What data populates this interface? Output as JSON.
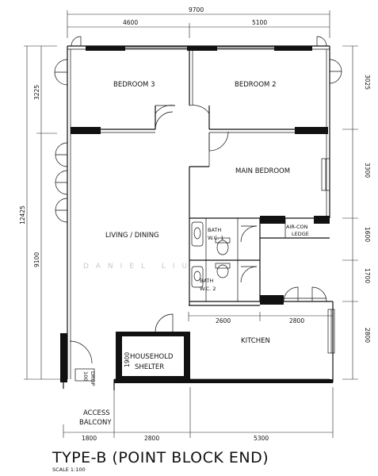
{
  "rooms": {
    "bedroom3": "BEDROOM 3",
    "bedroom2": "BEDROOM 2",
    "main_bedroom": "MAIN BEDROOM",
    "living_dining": "LIVING / DINING",
    "bath1_a": "BATH",
    "bath1_b": "W.C. 1",
    "bath2_a": "BATH",
    "bath2_b": "W.C. 2",
    "aircon_a": "AIR-CON",
    "aircon_b": "LEDGE",
    "kitchen": "KITCHEN",
    "shelter_a": "HOUSEHOLD",
    "shelter_b": "SHELTER",
    "access_a": "ACCESS",
    "access_b": "BALCONY",
    "refuse_a": "100",
    "refuse_b": "DROP"
  },
  "dimensions": {
    "top_total": "9700",
    "top_left": "4600",
    "top_right": "5100",
    "left_upper": "3225",
    "left_total": "12425",
    "left_lower": "9100",
    "right_1": "3025",
    "right_2": "3300",
    "right_3": "1600",
    "right_4": "1700",
    "right_5": "2800",
    "inner_left": "2600",
    "inner_right": "2800",
    "shelter_height": "1900",
    "bottom_1": "1800",
    "bottom_2": "2800",
    "bottom_3": "5300"
  },
  "title": "TYPE-B (POINT BLOCK END)",
  "scale": "SCALE  1:100",
  "watermark": "DANIEL LIU"
}
